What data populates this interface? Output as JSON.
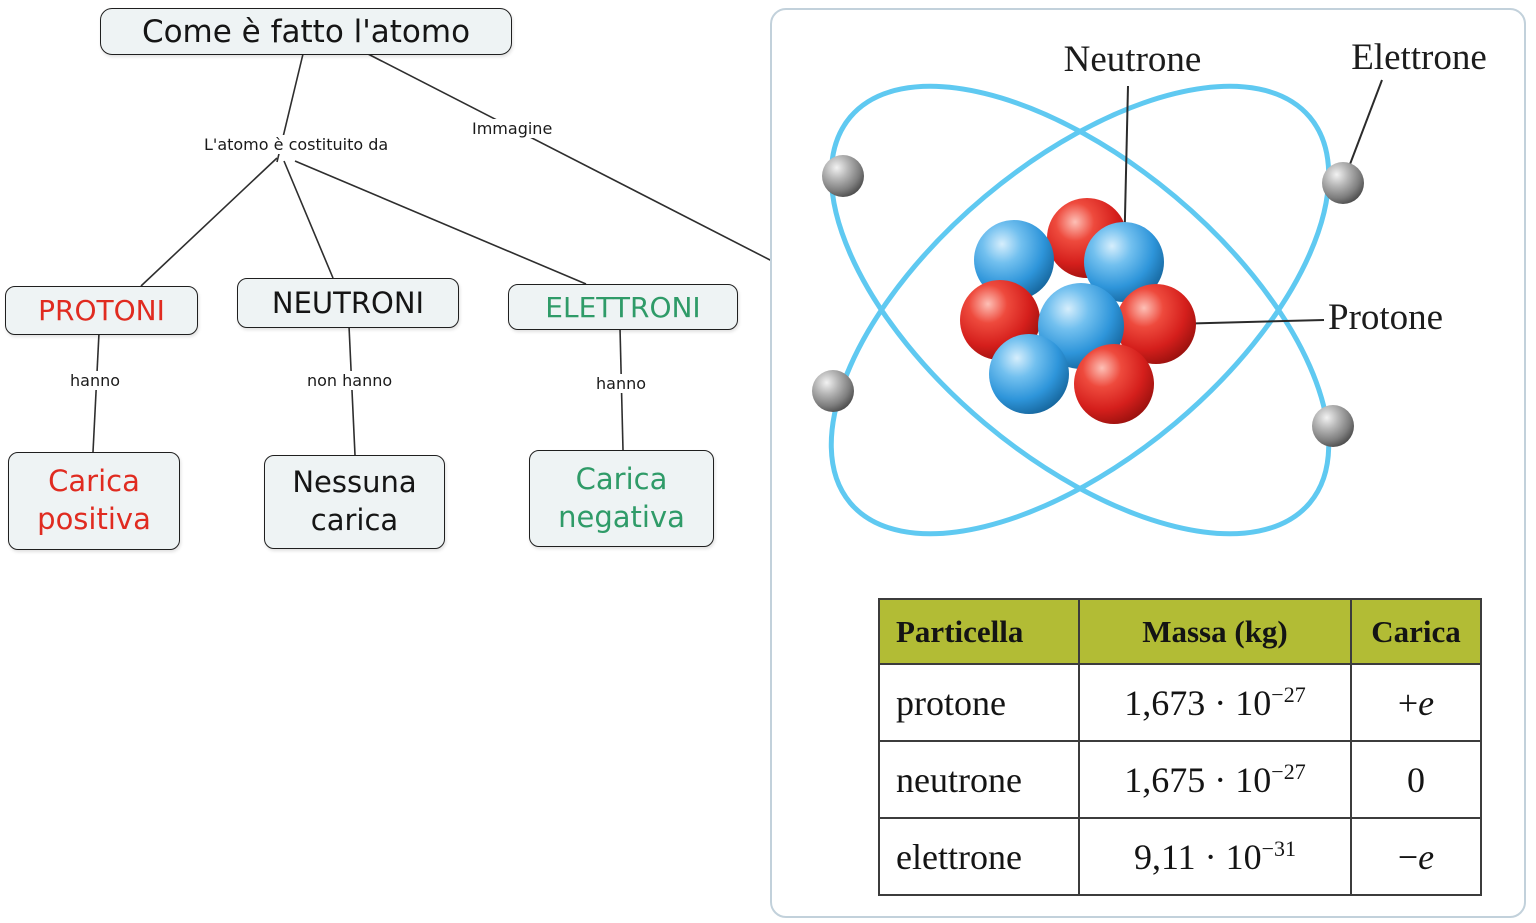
{
  "concept_map": {
    "title": "Come è fatto l'atomo",
    "connector_labels": {
      "constituted": "L'atomo è costituito da",
      "image": "Immagine",
      "protoni_link": "hanno",
      "neutroni_link": "non hanno",
      "elettroni_link": "hanno"
    },
    "nodes": {
      "protoni": {
        "label": "PROTONI",
        "color": "#e02b20"
      },
      "neutroni": {
        "label": "NEUTRONI",
        "color": "#151515"
      },
      "elettroni": {
        "label": "ELETTRONI",
        "color": "#2f9b68"
      },
      "carica_positiva": {
        "label": "Carica positiva",
        "color": "#e02b20"
      },
      "nessuna_carica": {
        "label": "Nessuna carica",
        "color": "#151515"
      },
      "carica_negativa": {
        "label": "Carica negativa",
        "color": "#2f9b68"
      }
    },
    "colors": {
      "node_background": "#eef3f4",
      "node_border": "#1f1f1f",
      "connector_line": "#2e2e2e"
    }
  },
  "image_panel": {
    "atom_labels": {
      "neutrone": "Neutrone",
      "elettrone": "Elettrone",
      "protone": "Protone"
    },
    "colors": {
      "orbit": "#5fc9f1",
      "proton_sphere": "#d51f1c",
      "neutron_sphere": "#2e95da",
      "electron_sphere": "#8b8b8b",
      "table_header_bg": "#b2bc35",
      "panel_border": "#c2d1db"
    },
    "table": {
      "headers": [
        "Particella",
        "Massa (kg)",
        "Carica"
      ],
      "rows": [
        {
          "name": "protone",
          "mass_base": "1,673 · 10",
          "mass_exp": "−27",
          "charge_sign": "+",
          "charge_symbol": "e"
        },
        {
          "name": "neutrone",
          "mass_base": "1,675 · 10",
          "mass_exp": "−27",
          "charge_sign": "0",
          "charge_symbol": ""
        },
        {
          "name": "elettrone",
          "mass_base": "9,11 · 10",
          "mass_exp": "−31",
          "charge_sign": "−",
          "charge_symbol": "e"
        }
      ]
    }
  }
}
